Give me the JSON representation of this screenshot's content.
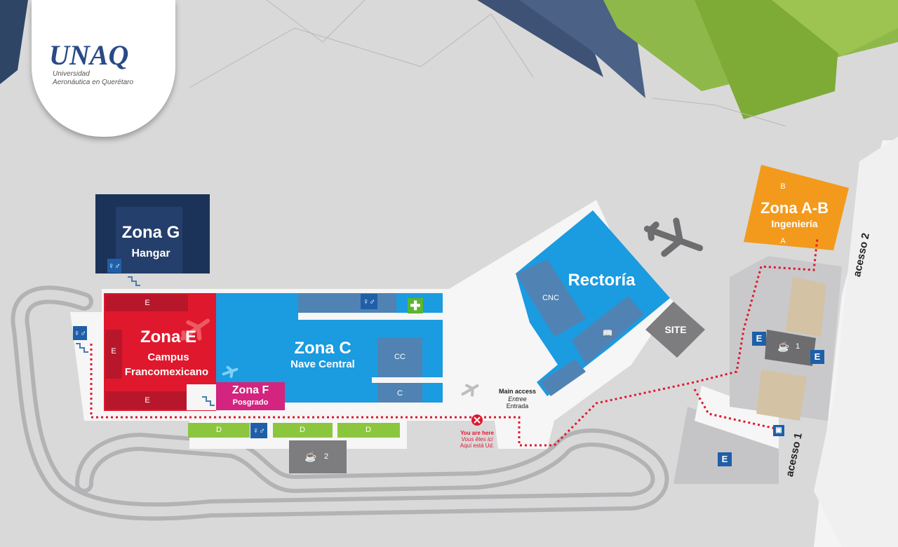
{
  "logo": {
    "mark": "UNAQ",
    "line1": "Universidad",
    "line2": "Aeronáutica en Querétaro"
  },
  "zones": {
    "g": {
      "title": "Zona G",
      "subtitle": "Hangar"
    },
    "e": {
      "title": "Zona E",
      "subtitle1": "Campus",
      "subtitle2": "Francomexicano",
      "tag": "E"
    },
    "c": {
      "title": "Zona C",
      "subtitle": "Nave Central",
      "cc": "CC",
      "c": "C"
    },
    "f": {
      "title": "Zona F",
      "subtitle": "Posgrado"
    },
    "rectoria": {
      "title": "Rectoría",
      "cnc": "CNC"
    },
    "ab": {
      "title": "Zona A-B",
      "subtitle": "Ingeniería",
      "b": "B",
      "a": "A"
    },
    "site": "SITE",
    "d": "D"
  },
  "cafes": {
    "cafe1": "1",
    "cafe2": "2"
  },
  "parking": "E",
  "main_access": {
    "title": "Main access",
    "fr": "Entree",
    "es": "Entrada"
  },
  "you_are_here": {
    "en": "You are here",
    "fr": "Vous êtes ici",
    "es": "Aquí está Ud."
  },
  "access": {
    "acceso1": "acesso 1",
    "acceso2": "acesso 2"
  },
  "colors": {
    "background": "#d9d9da",
    "zone_g": "#1b3358",
    "zone_e": "#e0182d",
    "zone_c": "#1b9be0",
    "zone_f": "#d3247f",
    "zone_ab": "#f39a1d",
    "zone_d": "#8cc63f",
    "parking": "#1f5fa8",
    "route": "#e0182d"
  },
  "icons": [
    "restroom-icon",
    "first-aid-icon",
    "cafe-icon",
    "airplane-icon",
    "library-icon",
    "stairs-icon",
    "you-are-here-icon",
    "parking-icon"
  ]
}
